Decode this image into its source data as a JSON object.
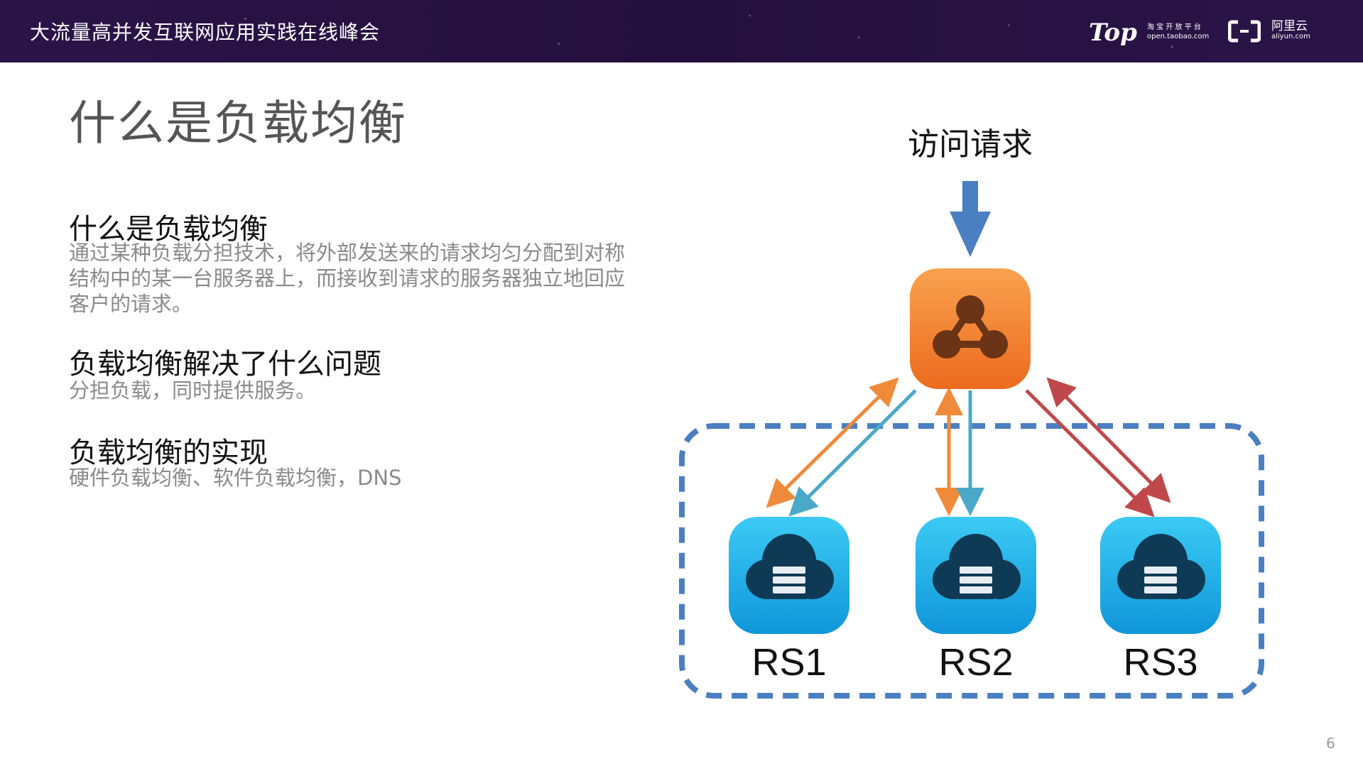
{
  "header": {
    "title": "大流量高并发互联网应用实践在线峰会",
    "logo_top": "Top",
    "logo_top_cn": "淘 宝 开 放 平 台",
    "logo_top_domain": "open.taobao.com",
    "logo_aliyun_cn": "阿里云",
    "logo_aliyun_domain": "aliyun.com"
  },
  "slide": {
    "title": "什么是负载均衡",
    "sections": [
      {
        "heading": "什么是负载均衡",
        "text": "通过某种负载分担技术，将外部发送来的请求均匀分配到对称结构中的某一台服务器上，而接收到请求的服务器独立地回应客户的请求。"
      },
      {
        "heading": "负载均衡解决了什么问题",
        "text": "分担负载，同时提供服务。"
      },
      {
        "heading": "负载均衡的实现",
        "text": "硬件负载均衡、软件负载均衡，DNS"
      }
    ],
    "page_number": "6"
  },
  "diagram": {
    "request_label": "访问请求",
    "balancer_icon": "load-balancer-icon",
    "servers": [
      {
        "label": "RS1",
        "icon": "cloud-server-icon"
      },
      {
        "label": "RS2",
        "icon": "cloud-server-icon"
      },
      {
        "label": "RS3",
        "icon": "cloud-server-icon"
      }
    ],
    "colors": {
      "request_arrow": "#4a7fc1",
      "balancer": "#f07f2c",
      "server": "#18a9e6",
      "orange_link": "#ef8a3a",
      "blue_link": "#4aa8c8",
      "red_link": "#c0484a",
      "dashed_border": "#4a7fc1"
    }
  }
}
